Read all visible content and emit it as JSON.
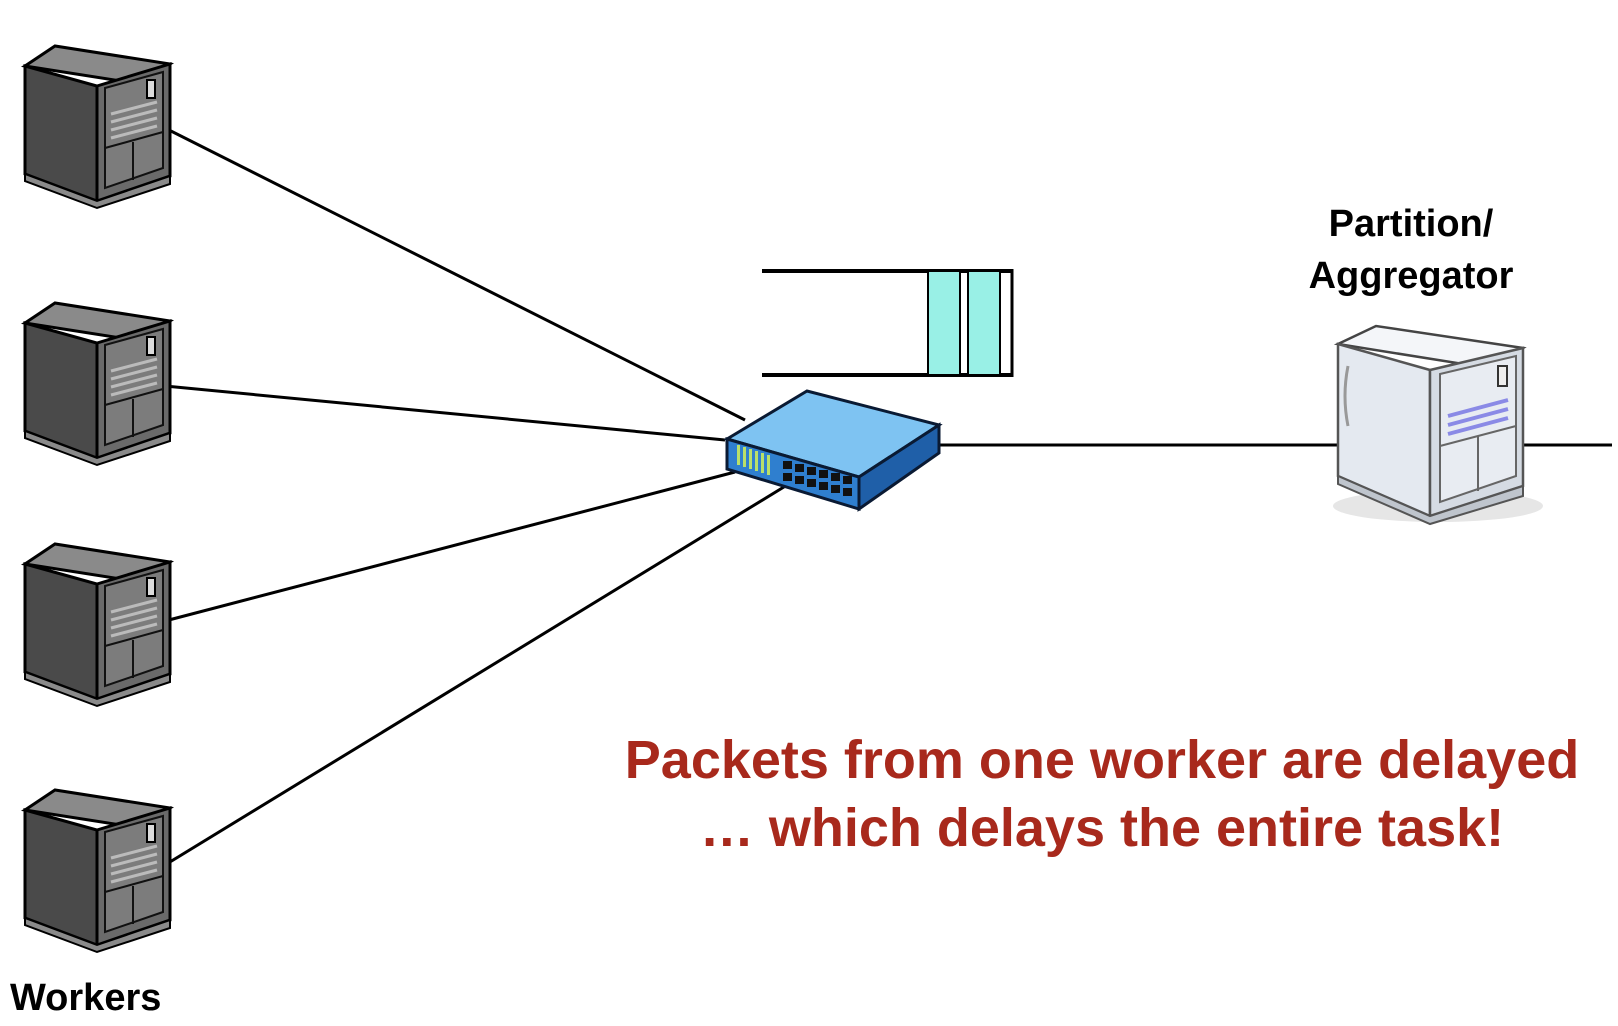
{
  "labels": {
    "workers": "Workers",
    "aggregator_line1": "Partition/",
    "aggregator_line2": "Aggregator",
    "message_line1": "Packets from one worker are delayed",
    "message_line2": "… which delays the entire task!"
  },
  "colors": {
    "message": "#a8291c",
    "worker_server": "#5f5f5f",
    "aggregator_server": "#e8edf3",
    "switch": "#3a8fd8",
    "queued_packet": "#99f0e6"
  },
  "icons": {
    "worker": "server-tower-icon",
    "aggregator": "server-tower-icon",
    "switch": "network-switch-icon",
    "queue": "packet-queue-icon"
  },
  "queue": {
    "packets_queued": 2
  }
}
